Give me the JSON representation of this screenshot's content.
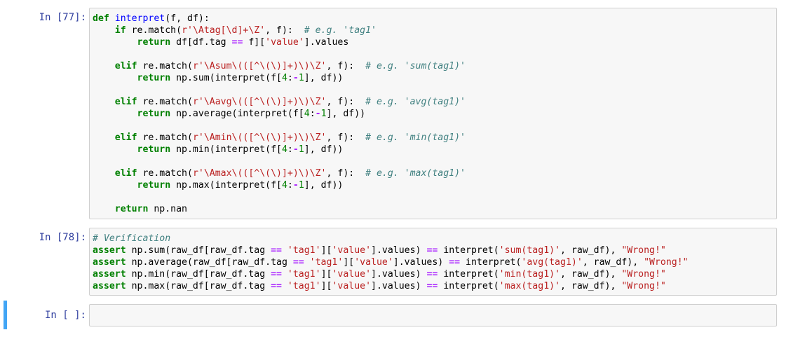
{
  "cells": [
    {
      "prompt": "In [77]:",
      "lines": [
        [
          [
            "kw",
            "def"
          ],
          [
            "n",
            " "
          ],
          [
            "nf",
            "interpret"
          ],
          [
            "n",
            "(f, df):"
          ]
        ],
        [
          [
            "n",
            "    "
          ],
          [
            "kw",
            "if"
          ],
          [
            "n",
            " re.match("
          ],
          [
            "s",
            "r'\\Atag[\\d]+\\Z'"
          ],
          [
            "n",
            ", f):  "
          ],
          [
            "c",
            "# e.g. 'tag1'"
          ]
        ],
        [
          [
            "n",
            "        "
          ],
          [
            "kw",
            "return"
          ],
          [
            "n",
            " df[df.tag "
          ],
          [
            "o",
            "=="
          ],
          [
            "n",
            " f]["
          ],
          [
            "s",
            "'value'"
          ],
          [
            "n",
            "].values"
          ]
        ],
        [
          [
            "n",
            ""
          ]
        ],
        [
          [
            "n",
            "    "
          ],
          [
            "kw",
            "elif"
          ],
          [
            "n",
            " re.match("
          ],
          [
            "s",
            "r'\\Asum\\(([^\\(\\)]+)\\)\\Z'"
          ],
          [
            "n",
            ", f):  "
          ],
          [
            "c",
            "# e.g. 'sum(tag1)'"
          ]
        ],
        [
          [
            "n",
            "        "
          ],
          [
            "kw",
            "return"
          ],
          [
            "n",
            " np.sum(interpret(f["
          ],
          [
            "m",
            "4"
          ],
          [
            "n",
            ":"
          ],
          [
            "o",
            "-"
          ],
          [
            "m",
            "1"
          ],
          [
            "n",
            "], df))"
          ]
        ],
        [
          [
            "n",
            ""
          ]
        ],
        [
          [
            "n",
            "    "
          ],
          [
            "kw",
            "elif"
          ],
          [
            "n",
            " re.match("
          ],
          [
            "s",
            "r'\\Aavg\\(([^\\(\\)]+)\\)\\Z'"
          ],
          [
            "n",
            ", f):  "
          ],
          [
            "c",
            "# e.g. 'avg(tag1)'"
          ]
        ],
        [
          [
            "n",
            "        "
          ],
          [
            "kw",
            "return"
          ],
          [
            "n",
            " np.average(interpret(f["
          ],
          [
            "m",
            "4"
          ],
          [
            "n",
            ":"
          ],
          [
            "o",
            "-"
          ],
          [
            "m",
            "1"
          ],
          [
            "n",
            "], df))"
          ]
        ],
        [
          [
            "n",
            ""
          ]
        ],
        [
          [
            "n",
            "    "
          ],
          [
            "kw",
            "elif"
          ],
          [
            "n",
            " re.match("
          ],
          [
            "s",
            "r'\\Amin\\(([^\\(\\)]+)\\)\\Z'"
          ],
          [
            "n",
            ", f):  "
          ],
          [
            "c",
            "# e.g. 'min(tag1)'"
          ]
        ],
        [
          [
            "n",
            "        "
          ],
          [
            "kw",
            "return"
          ],
          [
            "n",
            " np.min(interpret(f["
          ],
          [
            "m",
            "4"
          ],
          [
            "n",
            ":"
          ],
          [
            "o",
            "-"
          ],
          [
            "m",
            "1"
          ],
          [
            "n",
            "], df))"
          ]
        ],
        [
          [
            "n",
            ""
          ]
        ],
        [
          [
            "n",
            "    "
          ],
          [
            "kw",
            "elif"
          ],
          [
            "n",
            " re.match("
          ],
          [
            "s",
            "r'\\Amax\\(([^\\(\\)]+)\\)\\Z'"
          ],
          [
            "n",
            ", f):  "
          ],
          [
            "c",
            "# e.g. 'max(tag1)'"
          ]
        ],
        [
          [
            "n",
            "        "
          ],
          [
            "kw",
            "return"
          ],
          [
            "n",
            " np.max(interpret(f["
          ],
          [
            "m",
            "4"
          ],
          [
            "n",
            ":"
          ],
          [
            "o",
            "-"
          ],
          [
            "m",
            "1"
          ],
          [
            "n",
            "], df))"
          ]
        ],
        [
          [
            "n",
            ""
          ]
        ],
        [
          [
            "n",
            "    "
          ],
          [
            "kw",
            "return"
          ],
          [
            "n",
            " np.nan"
          ]
        ]
      ]
    },
    {
      "prompt": "In [78]:",
      "lines": [
        [
          [
            "c",
            "# Verification"
          ]
        ],
        [
          [
            "kw",
            "assert"
          ],
          [
            "n",
            " np.sum(raw_df[raw_df.tag "
          ],
          [
            "o",
            "=="
          ],
          [
            "n",
            " "
          ],
          [
            "s",
            "'tag1'"
          ],
          [
            "n",
            "]["
          ],
          [
            "s",
            "'value'"
          ],
          [
            "n",
            "].values) "
          ],
          [
            "o",
            "=="
          ],
          [
            "n",
            " interpret("
          ],
          [
            "s",
            "'sum(tag1)'"
          ],
          [
            "n",
            ", raw_df), "
          ],
          [
            "s",
            "\"Wrong!\""
          ]
        ],
        [
          [
            "kw",
            "assert"
          ],
          [
            "n",
            " np.average(raw_df[raw_df.tag "
          ],
          [
            "o",
            "=="
          ],
          [
            "n",
            " "
          ],
          [
            "s",
            "'tag1'"
          ],
          [
            "n",
            "]["
          ],
          [
            "s",
            "'value'"
          ],
          [
            "n",
            "].values) "
          ],
          [
            "o",
            "=="
          ],
          [
            "n",
            " interpret("
          ],
          [
            "s",
            "'avg(tag1)'"
          ],
          [
            "n",
            ", raw_df), "
          ],
          [
            "s",
            "\"Wrong!\""
          ]
        ],
        [
          [
            "kw",
            "assert"
          ],
          [
            "n",
            " np.min(raw_df[raw_df.tag "
          ],
          [
            "o",
            "=="
          ],
          [
            "n",
            " "
          ],
          [
            "s",
            "'tag1'"
          ],
          [
            "n",
            "]["
          ],
          [
            "s",
            "'value'"
          ],
          [
            "n",
            "].values) "
          ],
          [
            "o",
            "=="
          ],
          [
            "n",
            " interpret("
          ],
          [
            "s",
            "'min(tag1)'"
          ],
          [
            "n",
            ", raw_df), "
          ],
          [
            "s",
            "\"Wrong!\""
          ]
        ],
        [
          [
            "kw",
            "assert"
          ],
          [
            "n",
            " np.max(raw_df[raw_df.tag "
          ],
          [
            "o",
            "=="
          ],
          [
            "n",
            " "
          ],
          [
            "s",
            "'tag1'"
          ],
          [
            "n",
            "]["
          ],
          [
            "s",
            "'value'"
          ],
          [
            "n",
            "].values) "
          ],
          [
            "o",
            "=="
          ],
          [
            "n",
            " interpret("
          ],
          [
            "s",
            "'max(tag1)'"
          ],
          [
            "n",
            ", raw_df), "
          ],
          [
            "s",
            "\"Wrong!\""
          ]
        ]
      ]
    },
    {
      "prompt": "In [ ]:",
      "lines": []
    }
  ]
}
